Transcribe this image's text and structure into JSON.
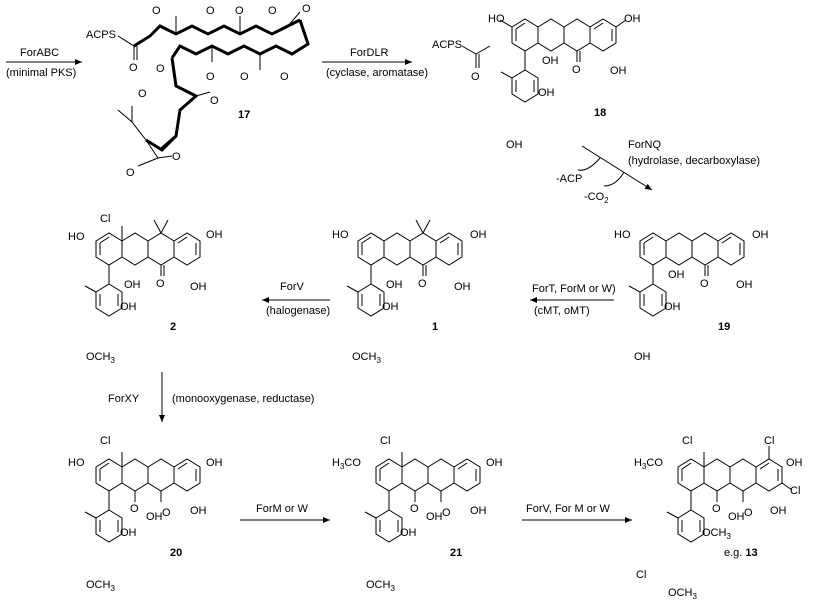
{
  "steps": {
    "s1": {
      "enzyme": "ForABC",
      "role": "(minimal PKS)"
    },
    "s2": {
      "enzyme": "ForDLR",
      "role": "(cyclase, aromatase)"
    },
    "s3": {
      "enzyme": "ForNQ",
      "role": "(hydrolase, decarboxylase)",
      "loss1": "-ACP",
      "loss2": "-CO",
      "loss2_sub": "2"
    },
    "s4": {
      "enzyme": "ForT, ForM or W)",
      "role": "(cMT, oMT)"
    },
    "s5": {
      "enzyme": "ForV",
      "role": "(halogenase)"
    },
    "s6": {
      "enzyme": "ForXY",
      "role": "(monooxygenase, reductase)"
    },
    "s7": {
      "enzyme": "ForM or W"
    },
    "s8": {
      "enzyme": "ForV, For M or W"
    }
  },
  "compounds": {
    "c17": {
      "label": "17"
    },
    "c18": {
      "label": "18"
    },
    "c19": {
      "label": "19"
    },
    "c1": {
      "label": "1"
    },
    "c2": {
      "label": "2"
    },
    "c20": {
      "label": "20"
    },
    "c21": {
      "label": "21"
    },
    "c13": {
      "prefix": "e.g. ",
      "label": "13"
    }
  },
  "atoms": {
    "acps": "ACPS",
    "oh": "OH",
    "ho": "HO",
    "o": "O",
    "cl": "Cl",
    "och3": "OCH",
    "och3_sub": "3",
    "h3co": "H",
    "h3co_sub": "3",
    "h3co_end": "CO",
    "h": "H"
  }
}
